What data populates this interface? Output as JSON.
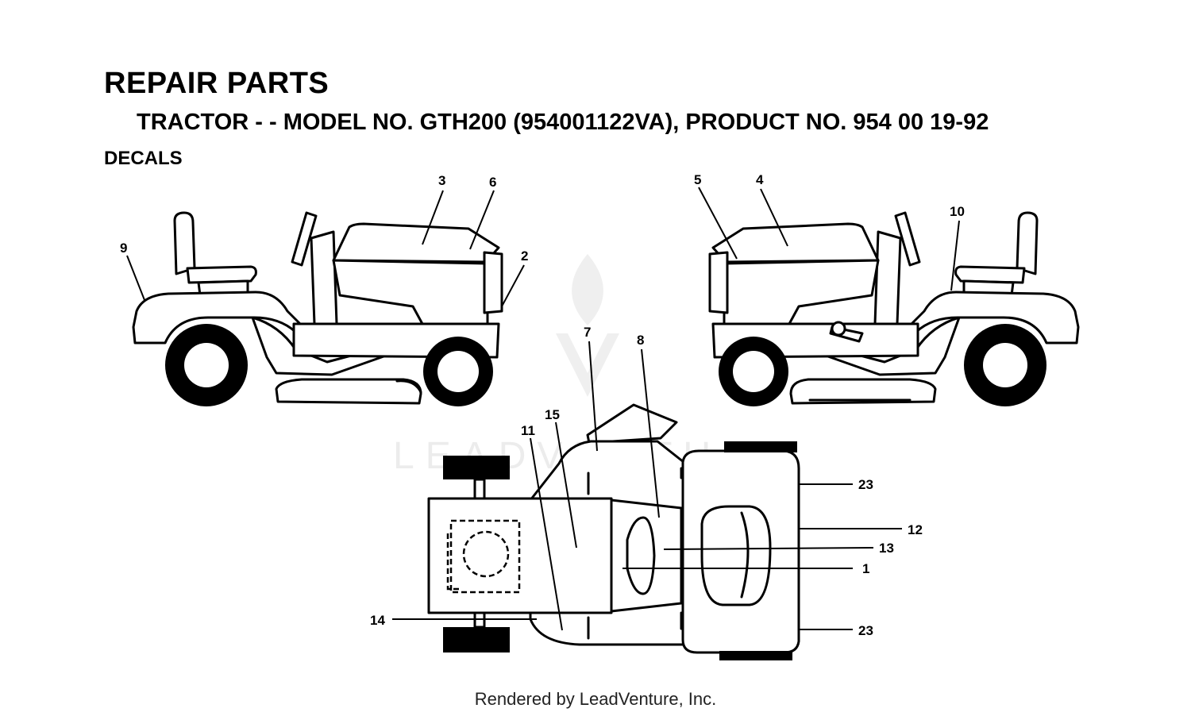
{
  "header": {
    "title": "REPAIR PARTS",
    "subtitle": "TRACTOR - - MODEL NO. GTH200 (954001122VA), PRODUCT NO. 954 00 19-92",
    "section": "DECALS"
  },
  "watermark": {
    "text": "LEADVENTURE"
  },
  "callouts": {
    "c1": "1",
    "c2": "2",
    "c3": "3",
    "c4": "4",
    "c5": "5",
    "c6": "6",
    "c7": "7",
    "c8": "8",
    "c9": "9",
    "c10": "10",
    "c11": "11",
    "c12": "12",
    "c13": "13",
    "c14": "14",
    "c15": "15",
    "c23a": "23",
    "c23b": "23"
  },
  "footer": {
    "text": "Rendered by LeadVenture, Inc."
  }
}
